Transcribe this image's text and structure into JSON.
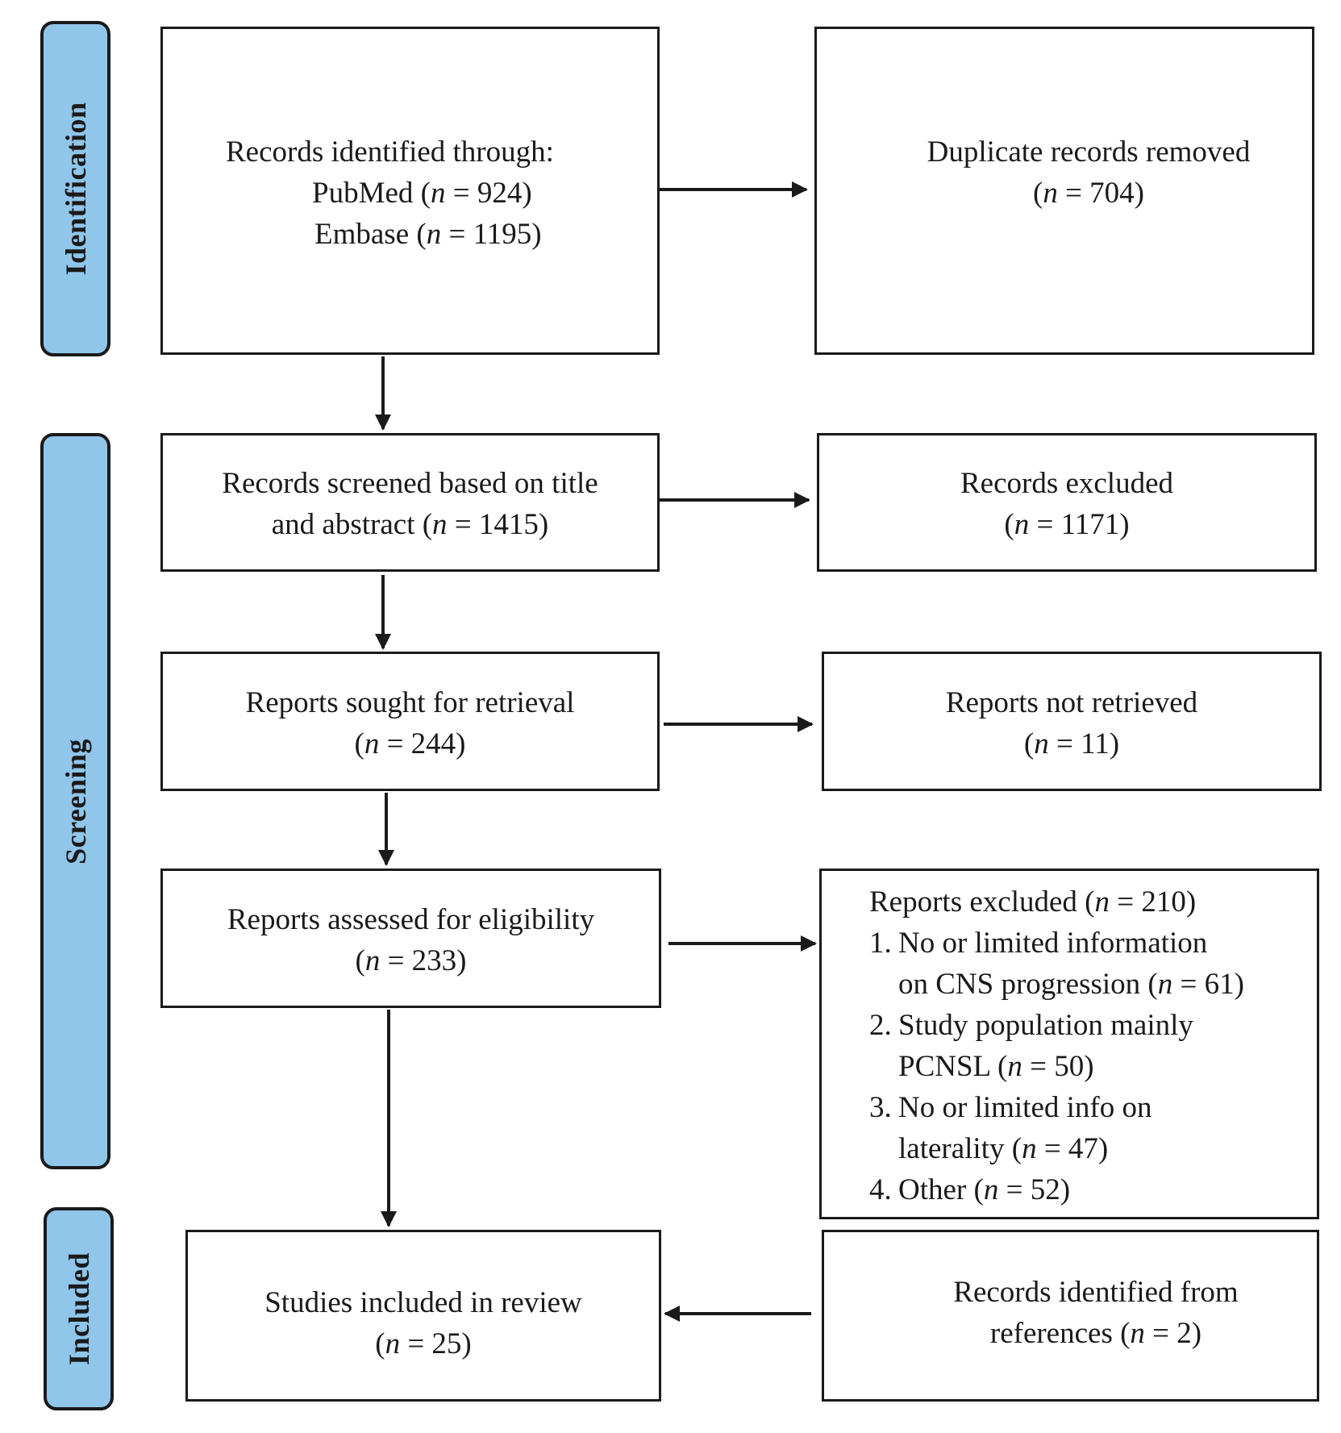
{
  "phases": {
    "identification": "Identification",
    "screening": "Screening",
    "included": "Included"
  },
  "identified": {
    "line1": "Records identified through:",
    "pubmed_label": "PubMed  (",
    "pubmed_n": "n",
    "pubmed_value": " = 924)",
    "embase_label": "Embase (",
    "embase_n": "n",
    "embase_value": " = 1195)"
  },
  "duplicates": {
    "line1": "Duplicate records  removed",
    "open": "(",
    "n": "n",
    "value": " = 704)"
  },
  "screened": {
    "line1": "Records screened based on title",
    "line2_label": "and abstract (",
    "n": "n",
    "value": " = 1415)"
  },
  "excluded_records": {
    "line1": "Records excluded",
    "open": "(",
    "n": "n",
    "value": " = 1171)"
  },
  "sought": {
    "line1": "Reports sought for retrieval",
    "open": "(",
    "n": "n",
    "value": " = 244)"
  },
  "not_retrieved": {
    "line1": "Reports not retrieved",
    "open": "(",
    "n": "n",
    "value": " = 11)"
  },
  "assessed": {
    "line1": "Reports assessed for eligibility",
    "open": "(",
    "n": "n",
    "value": " = 233)"
  },
  "excluded_reports": {
    "header_label": "Reports excluded (",
    "header_n": "n",
    "header_value": " = 210)",
    "reasons": [
      {
        "num": "1.",
        "line1": "No or limited information",
        "line2_label": "on CNS progression (",
        "n": "n",
        "value": " = 61)"
      },
      {
        "num": "2.",
        "line1": "Study population mainly",
        "line2_label": "PCNSL (",
        "n": "n",
        "value": " = 50)"
      },
      {
        "num": "3.",
        "line1": "No or limited  info on",
        "line2_label": "laterality (",
        "n": "n",
        "value": " = 47)"
      },
      {
        "num": "4.",
        "line1_label": "Other (",
        "n": "n",
        "value": " = 52)"
      }
    ]
  },
  "included_studies": {
    "line1": "Studies included in review",
    "open": "(",
    "n": "n",
    "value": " = 25)"
  },
  "references": {
    "line1": "Records identified from",
    "line2_label": "references (",
    "n": "n",
    "value": " = 2)"
  }
}
